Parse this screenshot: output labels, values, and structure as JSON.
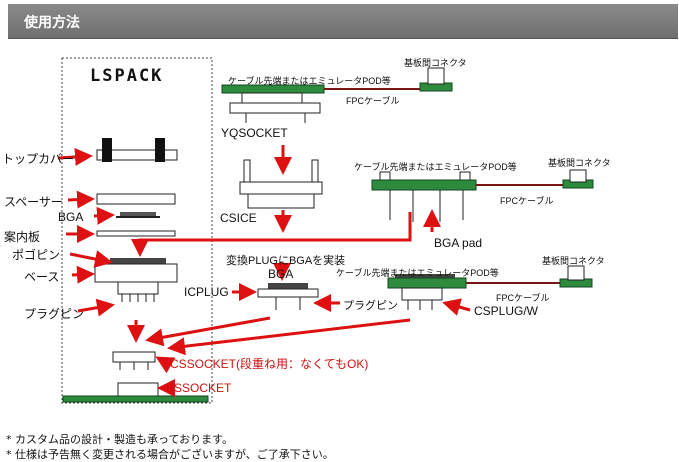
{
  "header": {
    "title": "使用方法"
  },
  "lspack": {
    "title": "LSPACK"
  },
  "parts": {
    "top_cover": "トップカバー",
    "spacer": "スペーサー",
    "bga": "BGA",
    "guide_plate": "案内板",
    "pogo_pin": "ポゴピン",
    "base": "ベース",
    "plug_pin": "プラグピン"
  },
  "sections": {
    "cable1": "ケーブル先端またはエミュレータPOD等",
    "connector1": "基板間コネクタ",
    "fpc1": "FPCケーブル",
    "yqsocket": "YQSOCKET",
    "csice": "CSICE",
    "cable2": "ケーブル先端またはエミュレータPOD等",
    "connector2": "基板間コネクタ",
    "fpc2": "FPCケーブル",
    "bga_pad": "BGA pad",
    "convert": "変換PLUGにBGAを実装",
    "bga2": "BGA",
    "icplug": "ICPLUG",
    "plug_pin2": "プラグピン",
    "cable3": "ケーブル先端またはエミュレータPOD等",
    "connector3": "基板間コネクタ",
    "fpc3": "FPCケーブル",
    "csplug": "CSPLUG/W",
    "cssocket": "CSSOCKET(段重ね用：なくてもOK)",
    "bssocket": "BSSOCKET"
  },
  "notes": [
    "* カスタム品の設計・製造も承っております。",
    "* 仕様は予告無く変更される場合がございますが、ご了承下さい。"
  ],
  "colors": {
    "arrow": "#dd1111",
    "board": "#2e8b3e",
    "cable": "#7a1515"
  }
}
